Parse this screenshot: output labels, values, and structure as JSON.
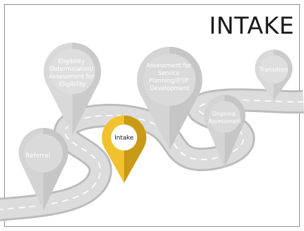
{
  "title": "INTAKE",
  "stages": [
    {
      "label": "Referral",
      "active": false
    },
    {
      "label_lines": [
        "Eligibility",
        "Determination/",
        "Assessment for",
        "Eligibility"
      ],
      "active": false
    },
    {
      "label": "Intake",
      "active": true
    },
    {
      "label_lines": [
        "Assessment for",
        "Service",
        "Planning/IFSP",
        "Development"
      ],
      "active": false
    },
    {
      "label_lines": [
        "Ongoing",
        "Assessment"
      ],
      "active": false
    },
    {
      "label": "Transition",
      "active": false
    }
  ],
  "colors": {
    "pin_inactive": "#d4d4d4",
    "pin_inactive_text": "#ffffff",
    "pin_active": "#f2c12e",
    "pin_active_shade": "#c99a16",
    "road": "#d8d8d8",
    "road_edge": "#b8b8b8",
    "road_dash": "#ffffff"
  }
}
